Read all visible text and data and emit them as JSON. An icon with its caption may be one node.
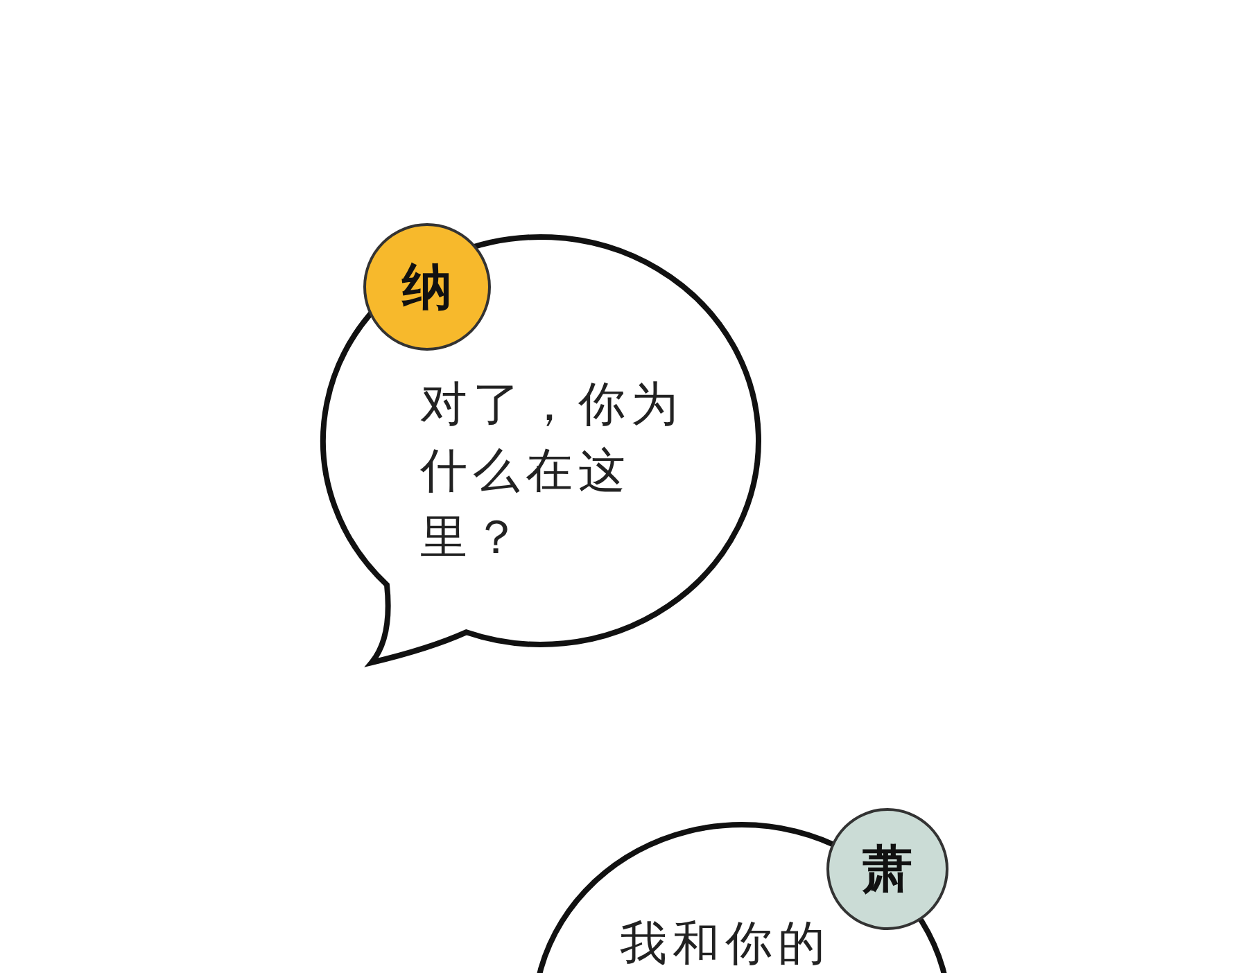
{
  "diagram": {
    "nodes": [
      {
        "text": [
          "纳"
        ]
      },
      {
        "text": [
          "对了，你为什么在这里？"
        ]
      },
      {
        "text": [
          "萧"
        ]
      },
      {
        "text": [
          "我和你的"
        ]
      }
    ]
  }
}
